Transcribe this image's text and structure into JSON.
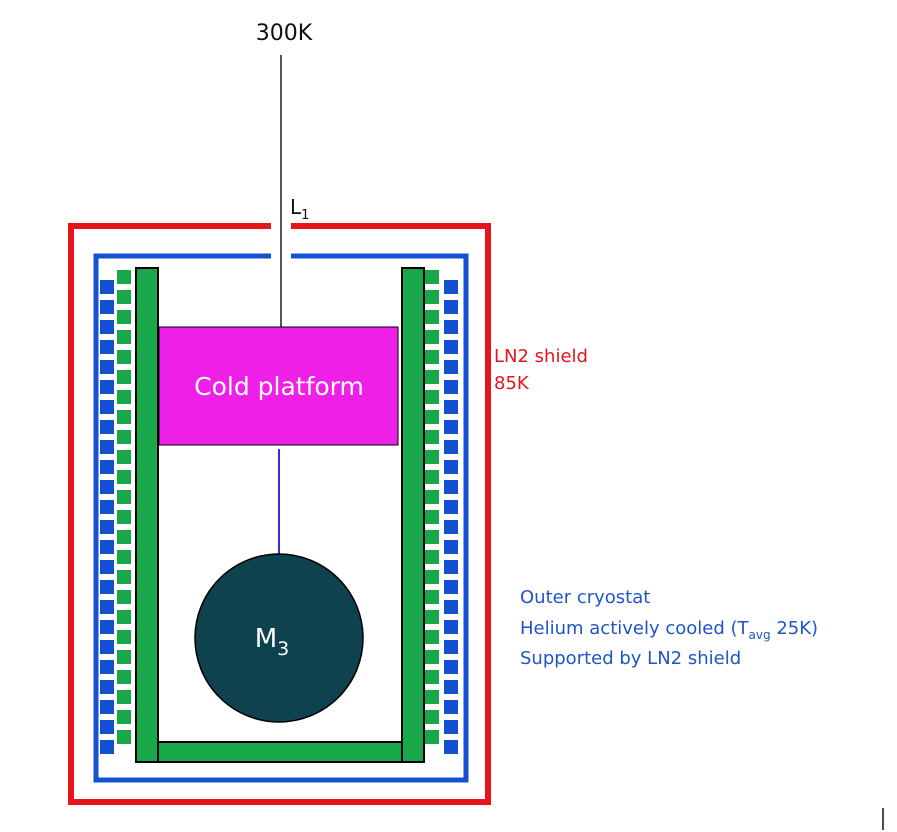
{
  "labels": {
    "top_temperature": "300K",
    "link_label_main": "L",
    "link_label_sub": "1",
    "cold_platform": "Cold platform",
    "mass_main": "M",
    "mass_sub": "3",
    "ln2_shield_line1": "LN2 shield",
    "ln2_shield_line2": "85K",
    "cryostat_line1": "Outer cryostat",
    "cryostat_line2_a": "Helium actively cooled (T",
    "cryostat_line2_sub": "avg",
    "cryostat_line2_b": " 25K)",
    "cryostat_line3": "Supported by LN2 shield"
  },
  "colors": {
    "ln2_shield": "#e8141b",
    "outer_cryostat": "#1450d2",
    "inner_shield": "#18a84a",
    "cold_platform": "#ee1fe6",
    "mass": "#0e424f",
    "suspension_upper": "#555555",
    "suspension_lower": "#3a2bd8",
    "cryostat_text": "#1e55c8",
    "ln2_text": "#e8141b"
  }
}
